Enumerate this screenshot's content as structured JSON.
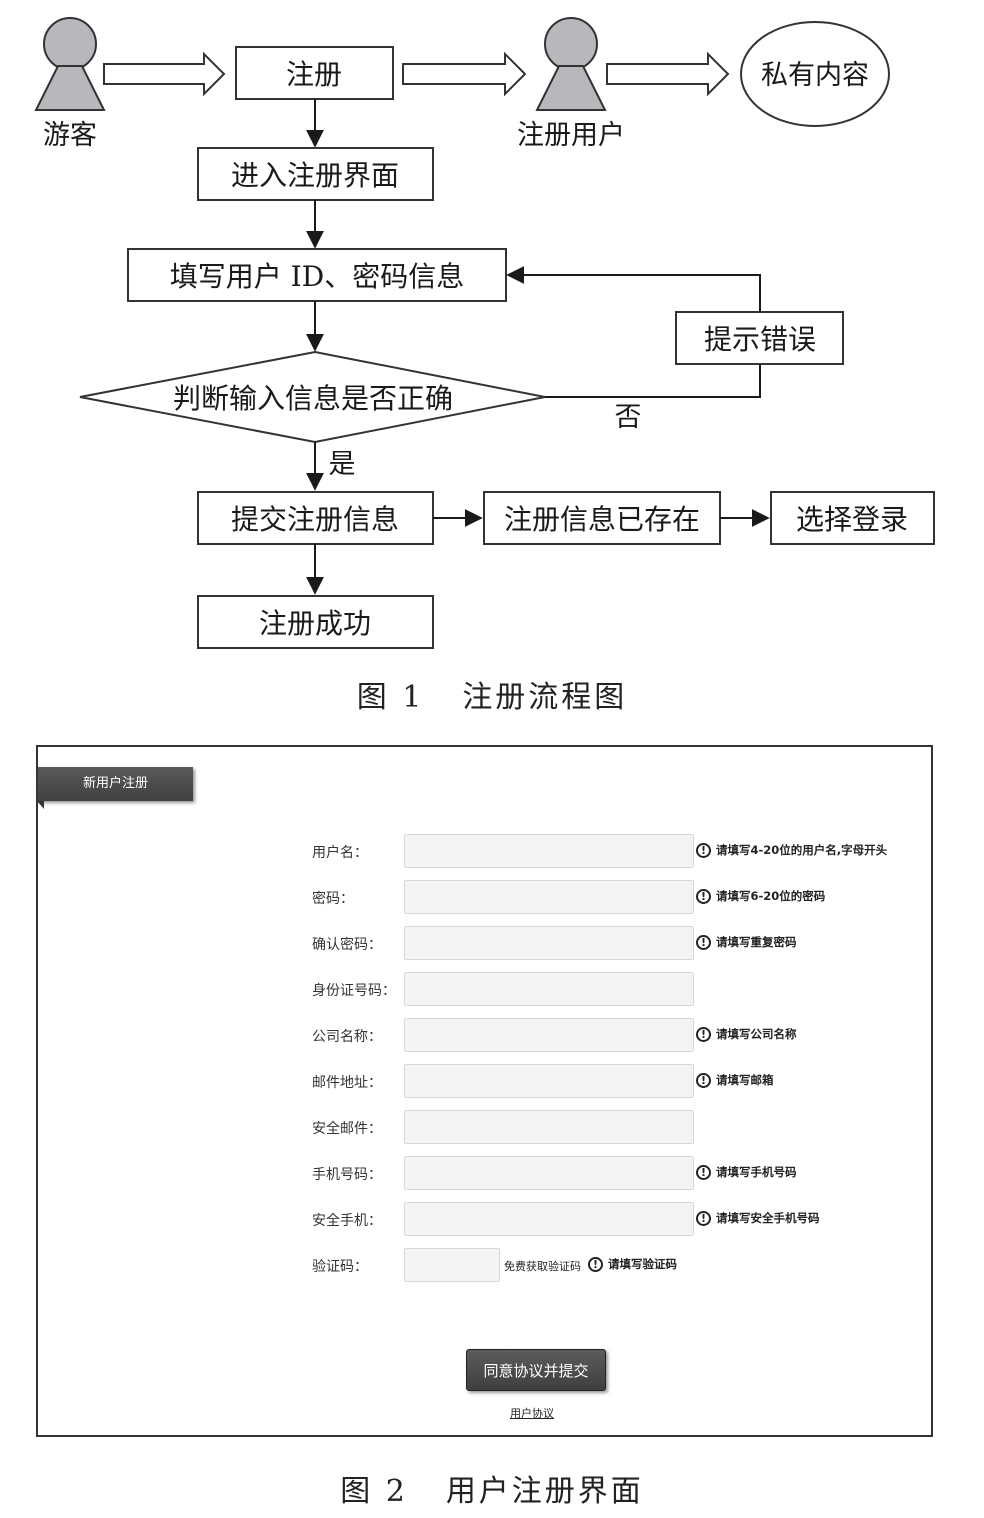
{
  "figure1": {
    "caption_num": "图 1",
    "caption_text": "注册流程图",
    "nodes": {
      "visitor": "游客",
      "register": "注册",
      "registered_user": "注册用户",
      "private_content": "私有内容",
      "enter_page": "进入注册界面",
      "fill_info": "填写用户 ID、密码信息",
      "show_error": "提示错误",
      "judge": "判断输入信息是否正确",
      "no_label": "否",
      "yes_label": "是",
      "submit_info": "提交注册信息",
      "info_exists": "注册信息已存在",
      "choose_login": "选择登录",
      "success": "注册成功"
    }
  },
  "figure2": {
    "caption_num": "图 2",
    "caption_text": "用户注册界面",
    "tab_title": "新用户注册",
    "fields": [
      {
        "label": "用户名：",
        "hint": "请填写4-20位的用户名,字母开头"
      },
      {
        "label": "密码：",
        "hint": "请填写6-20位的密码"
      },
      {
        "label": "确认密码：",
        "hint": "请填写重复密码"
      },
      {
        "label": "身份证号码：",
        "hint": ""
      },
      {
        "label": "公司名称：",
        "hint": "请填写公司名称"
      },
      {
        "label": "邮件地址：",
        "hint": "请填写邮箱"
      },
      {
        "label": "安全邮件：",
        "hint": ""
      },
      {
        "label": "手机号码：",
        "hint": "请填写手机号码"
      },
      {
        "label": "安全手机：",
        "hint": "请填写安全手机号码"
      }
    ],
    "captcha": {
      "label": "验证码：",
      "link": "免费获取验证码",
      "hint": "请填写验证码"
    },
    "submit_label": "同意协议并提交",
    "agreement_link": "用户协议",
    "warn_glyph": "!"
  }
}
